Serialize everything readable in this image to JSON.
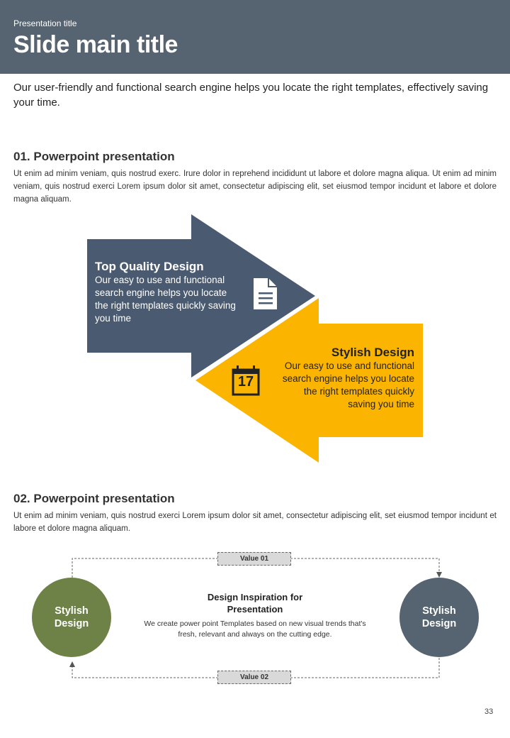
{
  "header": {
    "presentation_title": "Presentation title",
    "slide_title": "Slide main title"
  },
  "intro": "Our user-friendly and functional search engine helps you locate the right templates, effectively saving your time.",
  "section1": {
    "title": "01. Powerpoint presentation",
    "body": "Ut enim ad minim veniam, quis nostrud exerc. Irure dolor in reprehend incididunt ut labore et dolore magna aliqua. Ut enim ad minim veniam, quis nostrud exerci  Lorem ipsum dolor sit amet, consectetur adipiscing elit, set eiusmod tempor incidunt et labore et dolore magna aliquam."
  },
  "arrows": [
    {
      "title": "Top Quality Design",
      "text": "Our easy to use and functional search engine helps you locate the right templates quickly saving you time",
      "icon": "document-icon",
      "color": "#4a5a70"
    },
    {
      "title": "Stylish Design",
      "text": "Our easy to use and functional search engine helps you locate the right templates quickly saving you time",
      "icon": "calendar-icon",
      "icon_text": "17",
      "color": "#fbb400"
    }
  ],
  "section2": {
    "title": "02. Powerpoint presentation",
    "body": "Ut enim ad minim veniam, quis nostrud exerci  Lorem ipsum dolor sit amet, consectetur adipiscing elit, set eiusmod tempor incidunt et labore et dolore magna aliquam."
  },
  "cycle": {
    "left_circle": "Stylish Design",
    "right_circle": "Stylish Design",
    "left_color": "#6e8248",
    "right_color": "#566370",
    "value_top": "Value 01",
    "value_bottom": "Value 02",
    "center_title": "Design Inspiration for Presentation",
    "center_text": "We create power point Templates based on new visual trends that's fresh, relevant and always on the cutting edge."
  },
  "page_number": "33"
}
